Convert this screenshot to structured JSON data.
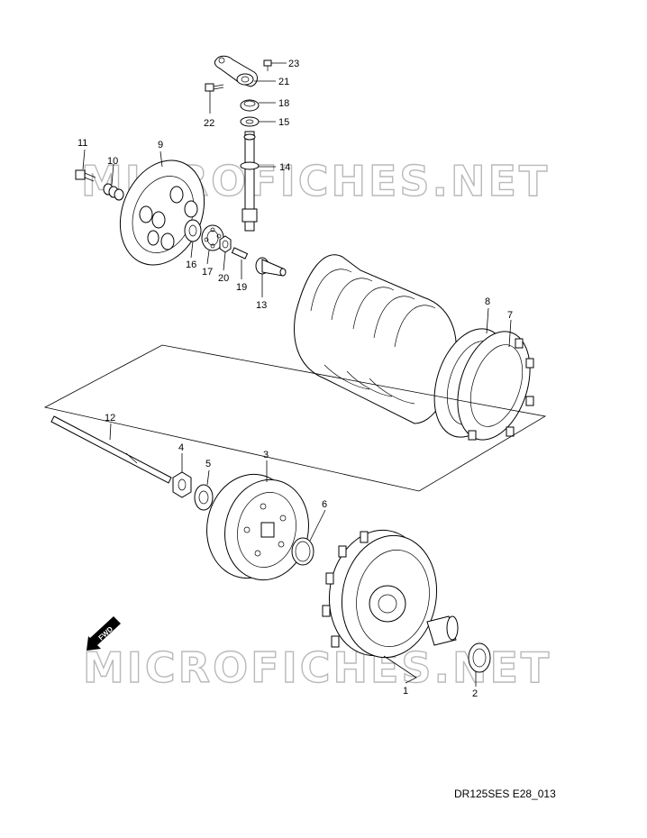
{
  "diagram": {
    "part_labels": [
      {
        "id": "1",
        "text": "1"
      },
      {
        "id": "2",
        "text": "2"
      },
      {
        "id": "3",
        "text": "3"
      },
      {
        "id": "4",
        "text": "4"
      },
      {
        "id": "5",
        "text": "5"
      },
      {
        "id": "6",
        "text": "6"
      },
      {
        "id": "7",
        "text": "7"
      },
      {
        "id": "8",
        "text": "8"
      },
      {
        "id": "9",
        "text": "9"
      },
      {
        "id": "10",
        "text": "10"
      },
      {
        "id": "11",
        "text": "11"
      },
      {
        "id": "12",
        "text": "12"
      },
      {
        "id": "13",
        "text": "13"
      },
      {
        "id": "14",
        "text": "14"
      },
      {
        "id": "15",
        "text": "15"
      },
      {
        "id": "16",
        "text": "16"
      },
      {
        "id": "17",
        "text": "17"
      },
      {
        "id": "18",
        "text": "18"
      },
      {
        "id": "19",
        "text": "19"
      },
      {
        "id": "20",
        "text": "20"
      },
      {
        "id": "21",
        "text": "21"
      },
      {
        "id": "22",
        "text": "22"
      },
      {
        "id": "23",
        "text": "23"
      }
    ],
    "watermark_text": "MICROFICHES.NET",
    "fwd_label": "FWD",
    "diagram_code": "DR125SES E28_013"
  }
}
